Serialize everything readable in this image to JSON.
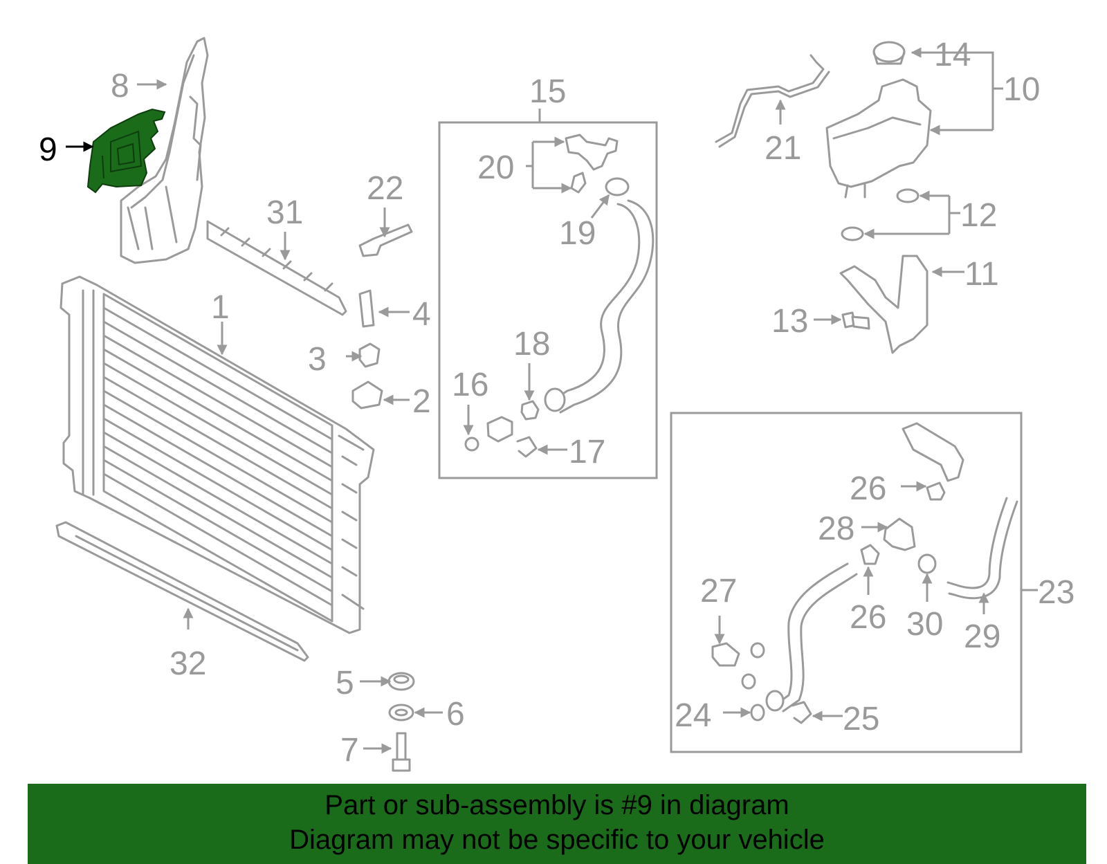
{
  "highlight_color": "#1a6b1a",
  "callouts": {
    "c1": "1",
    "c2": "2",
    "c3": "3",
    "c4": "4",
    "c5": "5",
    "c6": "6",
    "c7": "7",
    "c8": "8",
    "c9": "9",
    "c10": "10",
    "c11": "11",
    "c12": "12",
    "c13": "13",
    "c14": "14",
    "c15": "15",
    "c16": "16",
    "c17": "17",
    "c18": "18",
    "c19": "19",
    "c20": "20",
    "c21": "21",
    "c22": "22",
    "c23": "23",
    "c24": "24",
    "c25": "25",
    "c26a": "26",
    "c26b": "26",
    "c27": "27",
    "c28": "28",
    "c29": "29",
    "c30": "30",
    "c31": "31",
    "c32": "32"
  },
  "banner": {
    "line1": "Part or sub-assembly is #9 in diagram",
    "line2": "Diagram may not be specific to your vehicle"
  }
}
